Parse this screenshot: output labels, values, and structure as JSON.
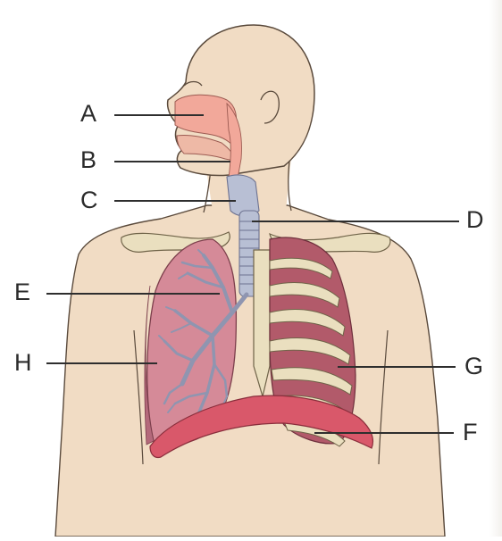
{
  "diagram": {
    "labels": [
      "A",
      "B",
      "C",
      "D",
      "E",
      "F",
      "G",
      "H"
    ],
    "colors": {
      "skin": "#f1dcc4",
      "skin_outline": "#5a4a3c",
      "airway": "#f2a89a",
      "trachea": "#b8bfd4",
      "lung": "#d58a98",
      "lung_dark": "#b4697b",
      "muscle": "#b25a6a",
      "rib": "#eadfbf",
      "bronchi": "#8f95b0",
      "diaphragm": "#d9586a"
    }
  }
}
